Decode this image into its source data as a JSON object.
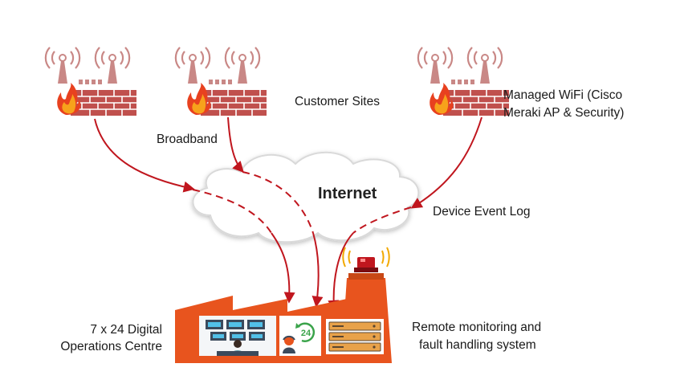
{
  "labels": {
    "customer_sites": "Customer Sites",
    "broadband": "Broadband",
    "managed_wifi_line1": "Managed WiFi (Cisco",
    "managed_wifi_line2": "Meraki AP & Security)",
    "internet": "Internet",
    "device_event_log": "Device Event Log",
    "ops_centre_line1": "7 x 24 Digital",
    "ops_centre_line2": "Operations Centre",
    "remote_monitoring_line1": "Remote monitoring and",
    "remote_monitoring_line2": "fault handling system",
    "support_badge": "24"
  },
  "colors": {
    "antenna": "#c98886",
    "wall_brick": "#c0504d",
    "wall_mortar": "#ffffff",
    "flame_outer": "#e8411f",
    "flame_inner": "#f7a21b",
    "link_line": "#c0161e",
    "cloud_fill": "#ffffff",
    "cloud_stroke": "#d9d9d9",
    "building": "#e8541e",
    "building_dark": "#c84816",
    "siren": "#c0161e",
    "siren_glow": "#f2a900",
    "badge_green": "#3aa34a"
  }
}
